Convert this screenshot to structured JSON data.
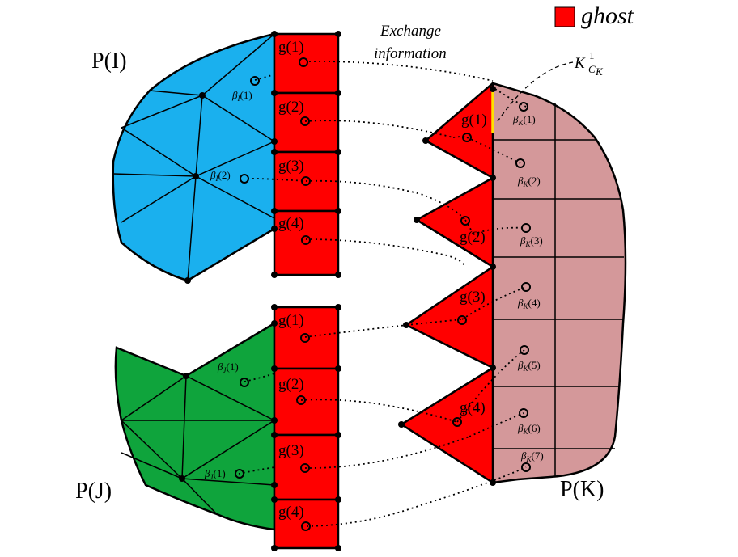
{
  "legend": {
    "swatch_color": "#ff0000",
    "label": "ghost"
  },
  "header": {
    "line1": "Exchange",
    "line2": "information"
  },
  "corner_label": {
    "base": "K",
    "sup": "1",
    "sub": "C",
    "subsub": "K"
  },
  "processors": {
    "I": {
      "name": "P(I)",
      "color": "#1ab0ee"
    },
    "J": {
      "name": "P(J)",
      "color": "#0fa43c"
    },
    "K": {
      "name": "P(K)",
      "color": "#d4989a"
    }
  },
  "ghost_color": "#ff0000",
  "ghost_labels": {
    "col_upper": [
      "g(1)",
      "g(2)",
      "g(3)",
      "g(4)"
    ],
    "col_lower": [
      "g(1)",
      "g(2)",
      "g(3)",
      "g(4)"
    ],
    "right": [
      "g(1)",
      "g(2)",
      "g(3)",
      "g(4)"
    ]
  },
  "beta_labels": {
    "I": [
      {
        "sym": "β",
        "sub": "I",
        "idx": "(1)"
      },
      {
        "sym": "β",
        "sub": "I",
        "idx": "(2)"
      }
    ],
    "J": [
      {
        "sym": "β",
        "sub": "J",
        "idx": "(1)"
      },
      {
        "sym": "β",
        "sub": "J",
        "idx": "(1)"
      }
    ],
    "K": [
      {
        "sym": "β",
        "sub": "K",
        "idx": "(1)"
      },
      {
        "sym": "β",
        "sub": "K",
        "idx": "(2)"
      },
      {
        "sym": "β",
        "sub": "K",
        "idx": "(3)"
      },
      {
        "sym": "β",
        "sub": "K",
        "idx": "(4)"
      },
      {
        "sym": "β",
        "sub": "K",
        "idx": "(5)"
      },
      {
        "sym": "β",
        "sub": "K",
        "idx": "(6)"
      },
      {
        "sym": "β",
        "sub": "K",
        "idx": "(7)"
      }
    ]
  }
}
